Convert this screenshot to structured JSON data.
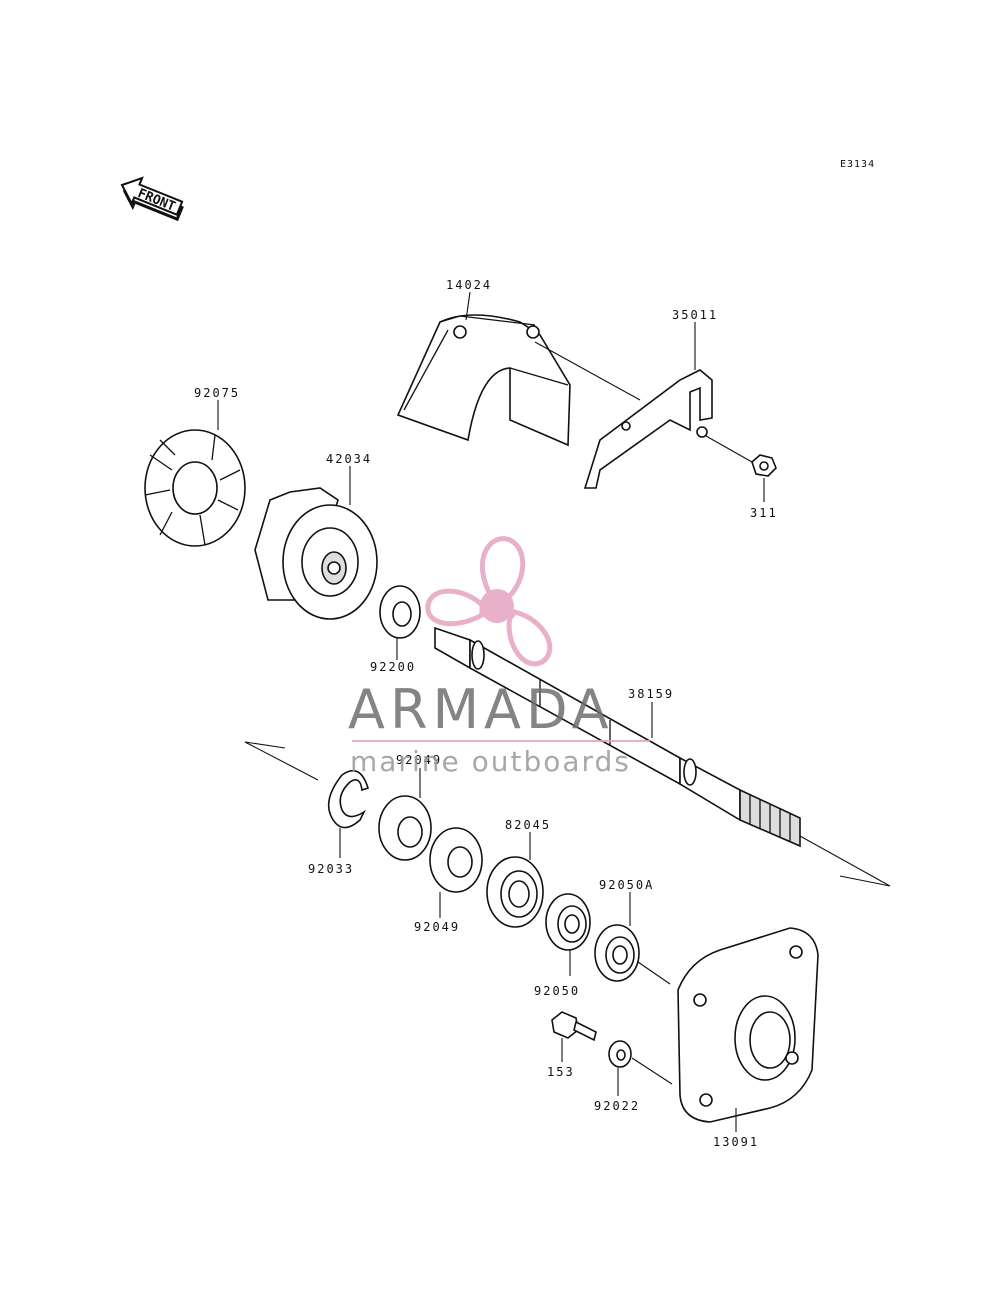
{
  "diagram": {
    "code": "E3134",
    "front_label": "FRONT",
    "parts": [
      {
        "id": "p14024",
        "number": "14024"
      },
      {
        "id": "p35011",
        "number": "35011"
      },
      {
        "id": "p92075",
        "number": "92075"
      },
      {
        "id": "p42034",
        "number": "42034"
      },
      {
        "id": "p311",
        "number": "311"
      },
      {
        "id": "p92200",
        "number": "92200"
      },
      {
        "id": "p38159",
        "number": "38159"
      },
      {
        "id": "p92049a",
        "number": "92049"
      },
      {
        "id": "p92033",
        "number": "92033"
      },
      {
        "id": "p82045",
        "number": "82045"
      },
      {
        "id": "p92049b",
        "number": "92049"
      },
      {
        "id": "p92050A",
        "number": "92050A"
      },
      {
        "id": "p92050",
        "number": "92050"
      },
      {
        "id": "p153",
        "number": "153"
      },
      {
        "id": "p92022",
        "number": "92022"
      },
      {
        "id": "p13091",
        "number": "13091"
      }
    ]
  },
  "watermark": {
    "brand": "ARMADA",
    "tagline": "marine outboards",
    "accent_color": "#e6a3c0"
  }
}
